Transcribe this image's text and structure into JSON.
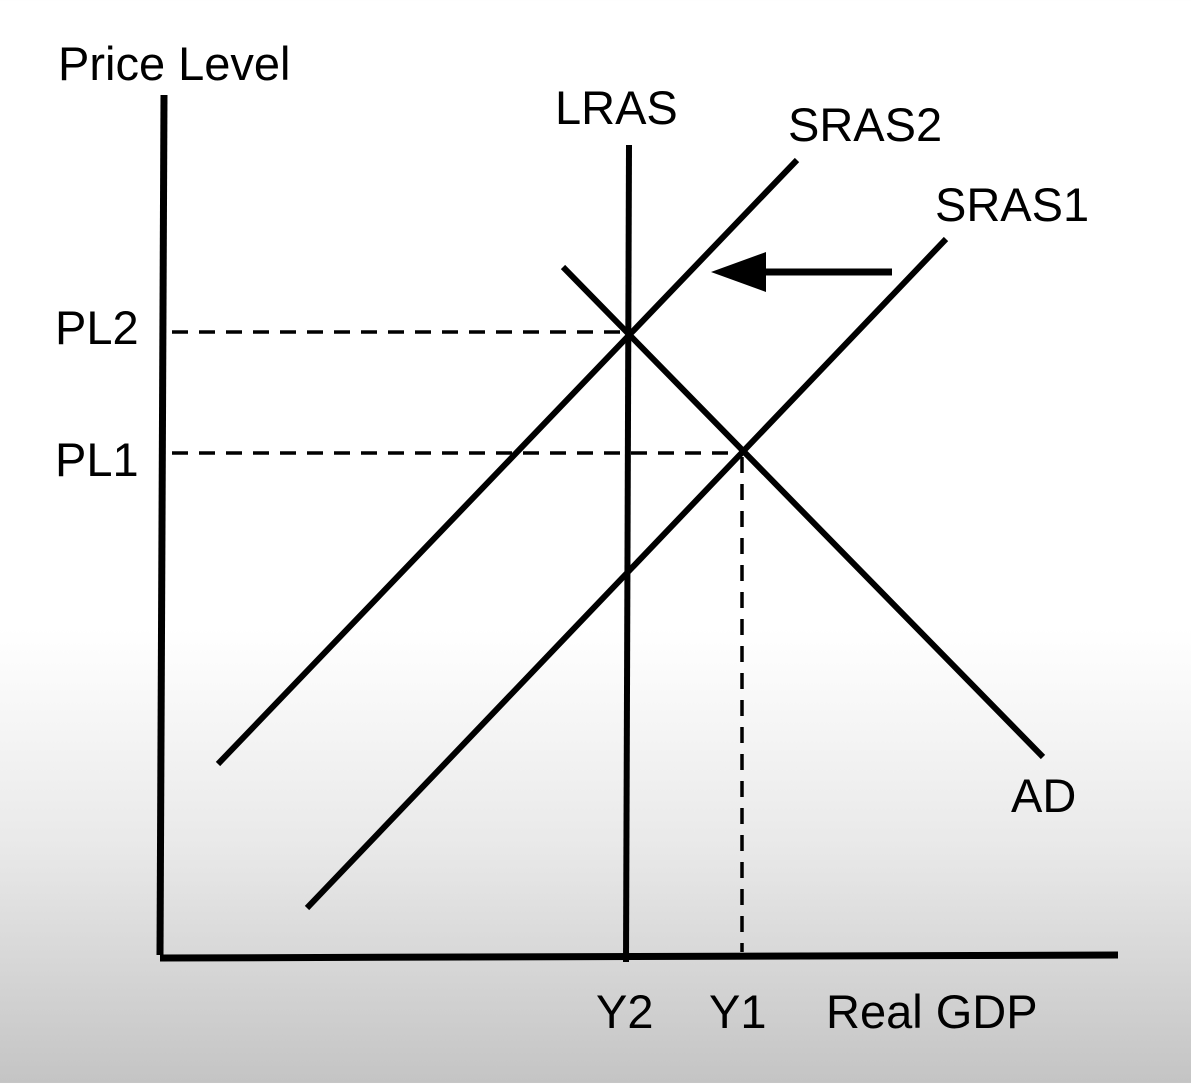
{
  "axes": {
    "y_label": "Price Level",
    "x_label": "Real GDP"
  },
  "curves": {
    "lras": "LRAS",
    "sras2": "SRAS2",
    "sras1": "SRAS1",
    "ad": "AD"
  },
  "levels": {
    "pl2": "PL2",
    "pl1": "PL1"
  },
  "outputs": {
    "y2": "Y2",
    "y1": "Y1"
  },
  "shift_arrow": {
    "direction": "left",
    "meaning": "SRAS1 shifts left to SRAS2"
  }
}
